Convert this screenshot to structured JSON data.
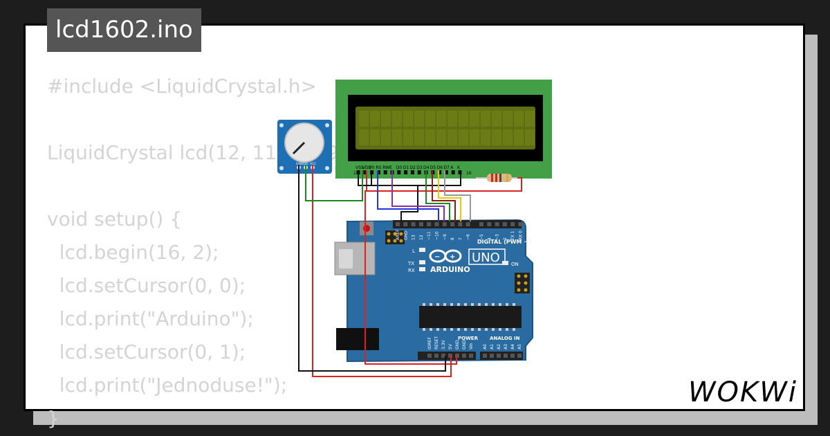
{
  "title": "lcd1602.ino",
  "code_lines": [
    "#include <LiquidCrystal.h>",
    "",
    "LiquidCrystal lcd(12, 11, 10, 9, 8, 7);",
    "",
    "void setup() {",
    "  lcd.begin(16, 2);",
    "  lcd.setCursor(0, 0);",
    "  lcd.print(\"Arduino\");",
    "  lcd.setCursor(0, 1);",
    "  lcd.print(\"Jednoduse!\");",
    "}"
  ],
  "lcd": {
    "pins": [
      "VSS",
      "VDD",
      "V0",
      "RS",
      "RW",
      "E",
      "D0",
      "D1",
      "D2",
      "D3",
      "D4",
      "D5",
      "D6",
      "D7",
      "A",
      "K"
    ],
    "pin_first": "1",
    "pin_last": "16"
  },
  "pot": {
    "pins": [
      "GND",
      "SIG",
      "VCC"
    ]
  },
  "arduino": {
    "brand": "ARDUINO",
    "model": "UNO",
    "digital_label": "DIGITAL (PWM ~)",
    "digital_pins": [
      "AREF",
      "GND",
      "13",
      "12",
      "~11",
      "~10",
      "~9",
      "8",
      "7",
      "~6",
      "~5",
      "4",
      "~3",
      "2",
      "TX 1",
      "RX 0"
    ],
    "power_label": "POWER",
    "analog_label": "ANALOG IN",
    "power_pins": [
      "IOREF",
      "RESET",
      "3.3V",
      "5V",
      "GND",
      "GND",
      "Vin"
    ],
    "analog_pins": [
      "A0",
      "A1",
      "A2",
      "A3",
      "A4",
      "A5"
    ],
    "led_l": "L",
    "led_tx": "TX",
    "led_rx": "RX",
    "led_on": "ON"
  },
  "logo": "WOKWi",
  "colors": {
    "pcb_blue": "#2a6ca2",
    "lcd_green": "#43a047",
    "lcd_screen": "#5f6e12",
    "wire_red": "#e02020",
    "wire_black": "#111111",
    "wire_green": "#1a8a1a",
    "wire_blue": "#2233dd",
    "wire_purple": "#8a2bb0",
    "wire_yellow": "#f0c800",
    "wire_gray": "#999999"
  }
}
